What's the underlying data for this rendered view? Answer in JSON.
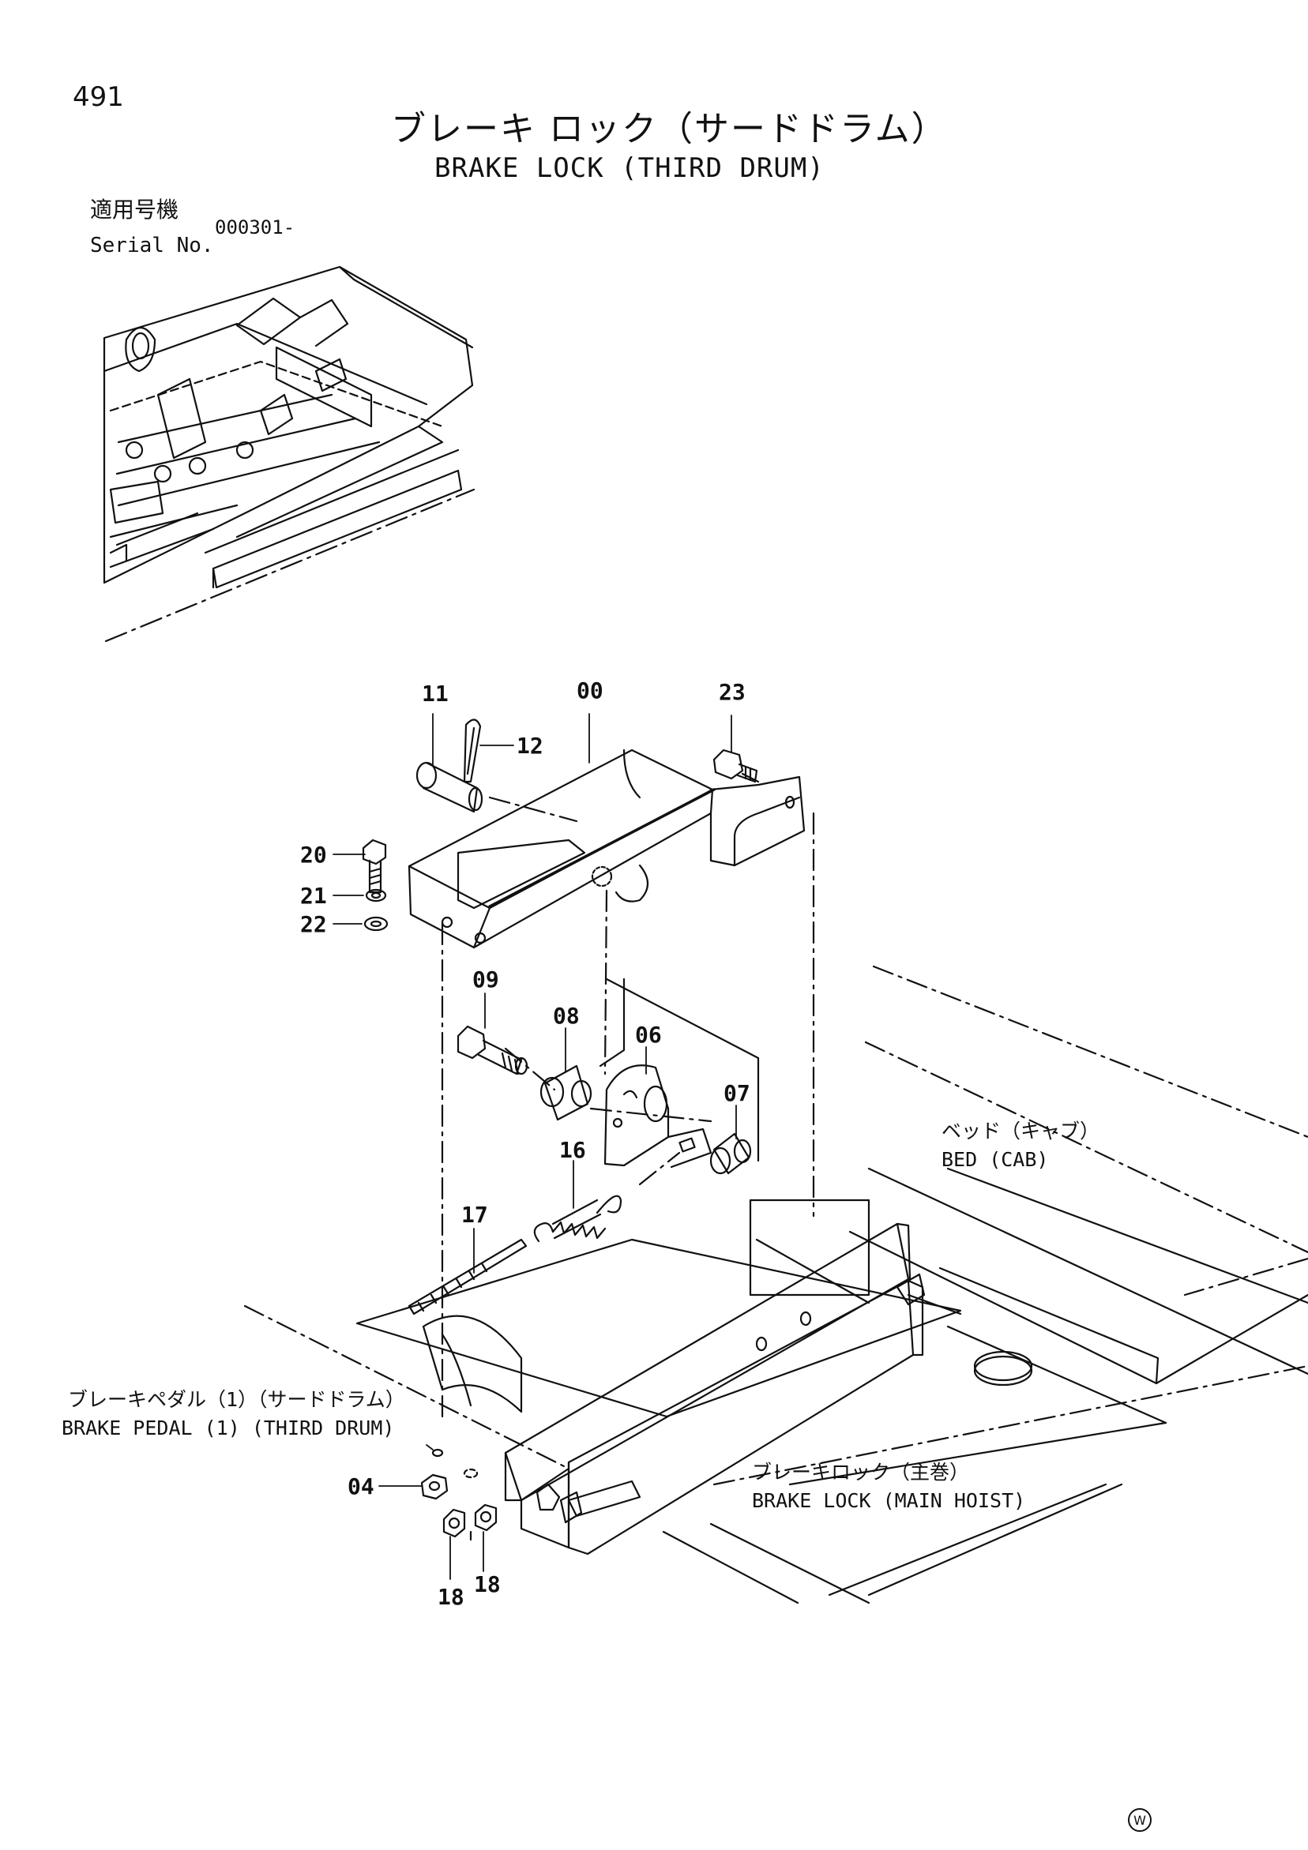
{
  "page_number": "491",
  "title_jp": "ブレーキ ロック（サードドラム）",
  "title_en": "BRAKE LOCK (THIRD DRUM)",
  "serial": {
    "label_jp": "適用号機",
    "label_en": "Serial No.",
    "value": "000301-"
  },
  "callouts": [
    "11",
    "00",
    "23",
    "12",
    "20",
    "21",
    "22",
    "09",
    "08",
    "06",
    "07",
    "16",
    "17",
    "04",
    "18",
    "18"
  ],
  "notes": {
    "bed_jp": "ベッド（キャブ）",
    "bed_en": "BED (CAB)",
    "pedal_jp": "ブレーキペダル（1）（サードドラム）",
    "pedal_en": "BRAKE PEDAL (1) (THIRD DRUM)",
    "main_jp": "ブレーキロック（主巻）",
    "main_en": "BRAKE LOCK (MAIN HOIST)"
  },
  "watermark": "W"
}
